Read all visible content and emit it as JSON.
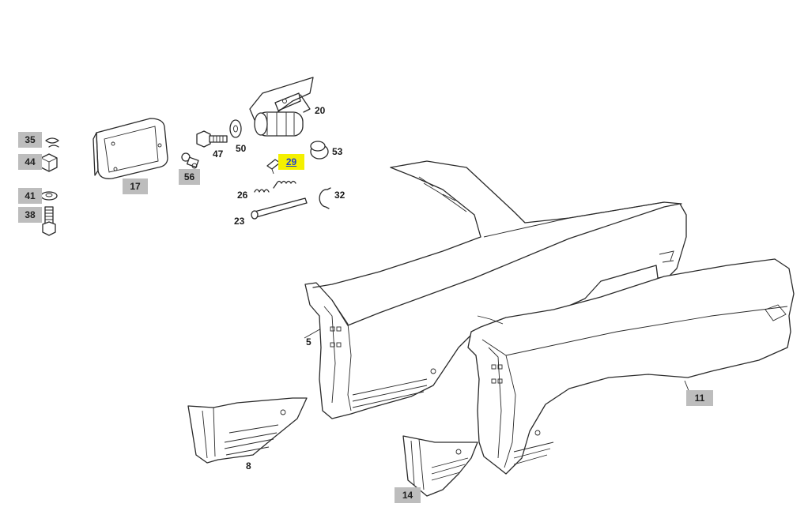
{
  "callouts": {
    "p5": "5",
    "p8": "8",
    "p11": "11",
    "p14": "14",
    "p17": "17",
    "p20": "20",
    "p23": "23",
    "p26": "26",
    "p29": "29",
    "p32": "32",
    "p35": "35",
    "p38": "38",
    "p41": "41",
    "p44": "44",
    "p47": "47",
    "p50": "50",
    "p53": "53",
    "p56": "56"
  },
  "colors": {
    "highlight_bg": "#f4f000",
    "highlight_text": "#1f3fd0",
    "box_bg": "#bdbdbd",
    "line": "#2a2a2a"
  }
}
